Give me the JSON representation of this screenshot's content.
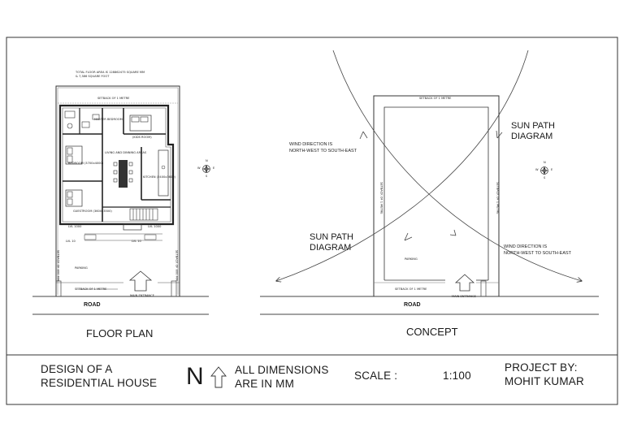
{
  "left_panel": {
    "caption": "FLOOR PLAN",
    "area_note_line1": "TOTAL FLOOR AREA IS 128862475 SQUARE MM",
    "area_note_line2": "& 7,386 SQUARE FOOT",
    "setback_top": "SETBACK OF 1 METRE",
    "setback_bottom": "SETBACK OF 1 METRE",
    "setback_right": "SETBACK OF 800 MM",
    "setback_left": "SETBACK OF 800 MM",
    "rooms": {
      "master_bedroom": "MASTER BEDROOM",
      "kids_room": "(KIDS ROOM)",
      "living_dining": "LIVING AND DINNING AREAS",
      "bedroom": "BEDROOM (3700x4000)",
      "kitchen": "KITCHEN (2400x3600)",
      "guestroom": "GUESTROOM (3600x3500)",
      "parking": "PARKING"
    },
    "lvl_top_left": "LVL 1000",
    "lvl_top_right": "LVL 1000",
    "lvl_mid_left": "LVL 10",
    "lvl_mid_right": "LVL 10",
    "road": "ROAD",
    "main_entrance": "MAIN ENTRANCE"
  },
  "right_panel": {
    "caption": "CONCEPT",
    "setback_top": "SETBACK OF 1 METRE",
    "setback_bottom": "SETBACK OF 1 METRE",
    "setback_left": "SETBACK OF 1 METRE",
    "setback_right": "SETBACK OF 1 METRE",
    "sun_path_1_line1": "SUN PATH",
    "sun_path_1_line2": "DIAGRAM",
    "sun_path_2_line1": "SUN PATH",
    "sun_path_2_line2": "DIAGRAM",
    "wind_1_line1": "WIND DIRECTION IS",
    "wind_1_line2": "NORTH-WEST TO SOUTH-EAST",
    "wind_2_line1": "WIND DIRECTION IS",
    "wind_2_line2": "NORTH-WEST TO SOUTH-EAST",
    "parking": "PARKING",
    "road": "ROAD",
    "main_entrance": "MAIN ENTRANCE"
  },
  "compass": {
    "n": "N",
    "e": "E",
    "s": "S",
    "w": "W"
  },
  "title_block": {
    "design_line1": "DESIGN OF A",
    "design_line2": "RESIDENTIAL HOUSE",
    "north_letter": "N",
    "dims_line1": "ALL DIMENSIONS",
    "dims_line2": "ARE IN MM",
    "scale_label": "SCALE :",
    "scale_value": "1:100",
    "project_line1": "PROJECT BY:",
    "project_line2": "MOHIT KUMAR"
  }
}
